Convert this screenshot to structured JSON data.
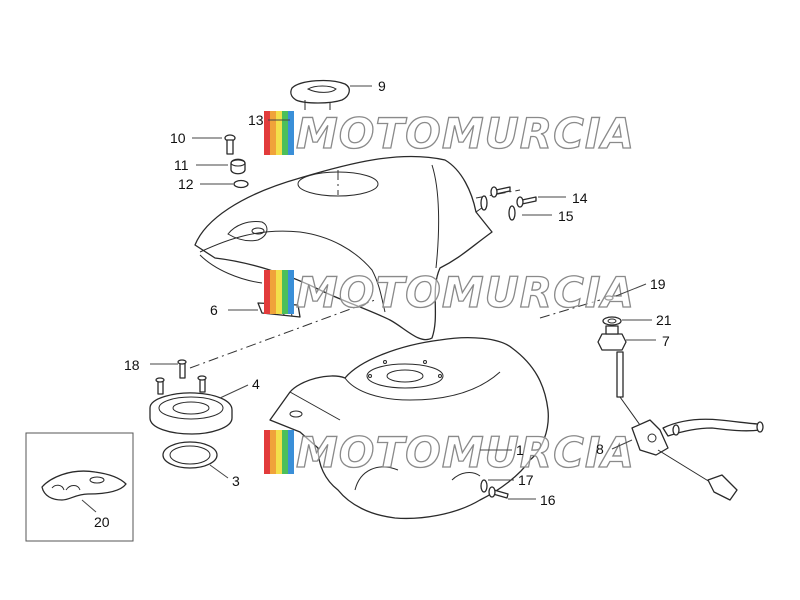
{
  "diagram": {
    "type": "exploded-parts-diagram",
    "callouts": [
      "1",
      "3",
      "4",
      "6",
      "7",
      "8",
      "9",
      "10",
      "11",
      "12",
      "13",
      "14",
      "15",
      "16",
      "17",
      "18",
      "19",
      "20",
      "21"
    ],
    "watermark": {
      "text": "MOTOMURCIA",
      "colors": [
        "#e23b3b",
        "#f0a33a",
        "#f3e04a",
        "#4cbf5a",
        "#3a8fd8"
      ]
    }
  }
}
